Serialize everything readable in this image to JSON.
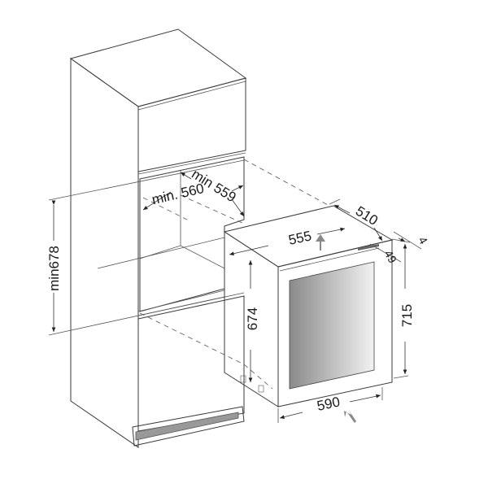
{
  "diagram": {
    "type": "installation-dimension-drawing",
    "subject": "built-in wine cooler into tall cabinet niche",
    "units": "mm",
    "niche": {
      "height_label": "min678",
      "width_label": "min. 560",
      "depth_label": "min 559"
    },
    "appliance": {
      "width_top_label": "555",
      "depth_label": "510",
      "door_offset_label": "49",
      "gap_label": "4",
      "body_height_label": "674",
      "total_height_label": "715",
      "front_width_label": "590"
    },
    "colors": {
      "line": "#3a3a3a",
      "niche_fill": "#b3b3b3",
      "plinth_fill": "#999999",
      "arrow_fill": "#888888",
      "background": "#ffffff"
    }
  }
}
